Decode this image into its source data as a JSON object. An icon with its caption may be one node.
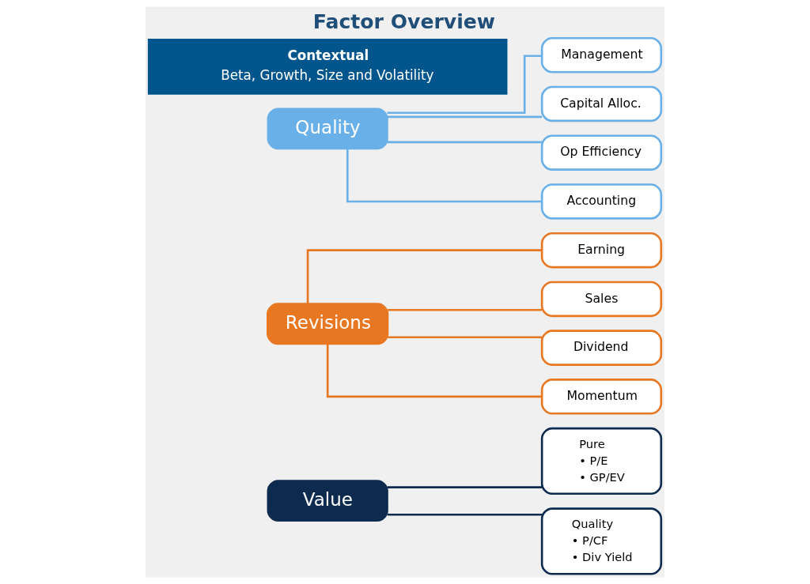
{
  "diagram": {
    "title": "Factor Overview",
    "nodes": [
      {
        "text": [
          "Value"
        ]
      },
      {
        "text": [
          "Pure",
          "• P/E",
          "• GP/EV"
        ]
      },
      {
        "text": [
          "Quality",
          "• P/CF",
          "• Div Yield"
        ]
      },
      {
        "text": [
          "Revisions"
        ]
      },
      {
        "text": [
          "Earning"
        ]
      },
      {
        "text": [
          "Sales"
        ]
      },
      {
        "text": [
          "Dividend"
        ]
      },
      {
        "text": [
          "Momentum"
        ]
      },
      {
        "text": [
          "Quality"
        ]
      },
      {
        "text": [
          "Management"
        ]
      },
      {
        "text": [
          "Capital Alloc."
        ]
      },
      {
        "text": [
          "Op Efficiency"
        ]
      },
      {
        "text": [
          "Accounting"
        ]
      },
      {
        "text": [
          "Contextual",
          "Beta, Growth, Size and Volatility"
        ]
      }
    ],
    "edges": [
      {
        "from": 0,
        "to": 1,
        "arrow": "none",
        "color": "#0d2b4e"
      },
      {
        "from": 0,
        "to": 2,
        "arrow": "none",
        "color": "#0d2b4e"
      },
      {
        "from": 3,
        "to": 4,
        "arrow": "none",
        "color": "#e87722"
      },
      {
        "from": 3,
        "to": 5,
        "arrow": "none",
        "color": "#e87722"
      },
      {
        "from": 3,
        "to": 6,
        "arrow": "none",
        "color": "#e87722"
      },
      {
        "from": 3,
        "to": 7,
        "arrow": "none",
        "color": "#e87722"
      },
      {
        "from": 8,
        "to": 9,
        "arrow": "none",
        "color": "#6ab0e8"
      },
      {
        "from": 8,
        "to": 10,
        "arrow": "none",
        "color": "#6ab0e8"
      },
      {
        "from": 8,
        "to": 11,
        "arrow": "none",
        "color": "#6ab0e8"
      },
      {
        "from": 8,
        "to": 12,
        "arrow": "none",
        "color": "#6ab0e8"
      }
    ]
  }
}
